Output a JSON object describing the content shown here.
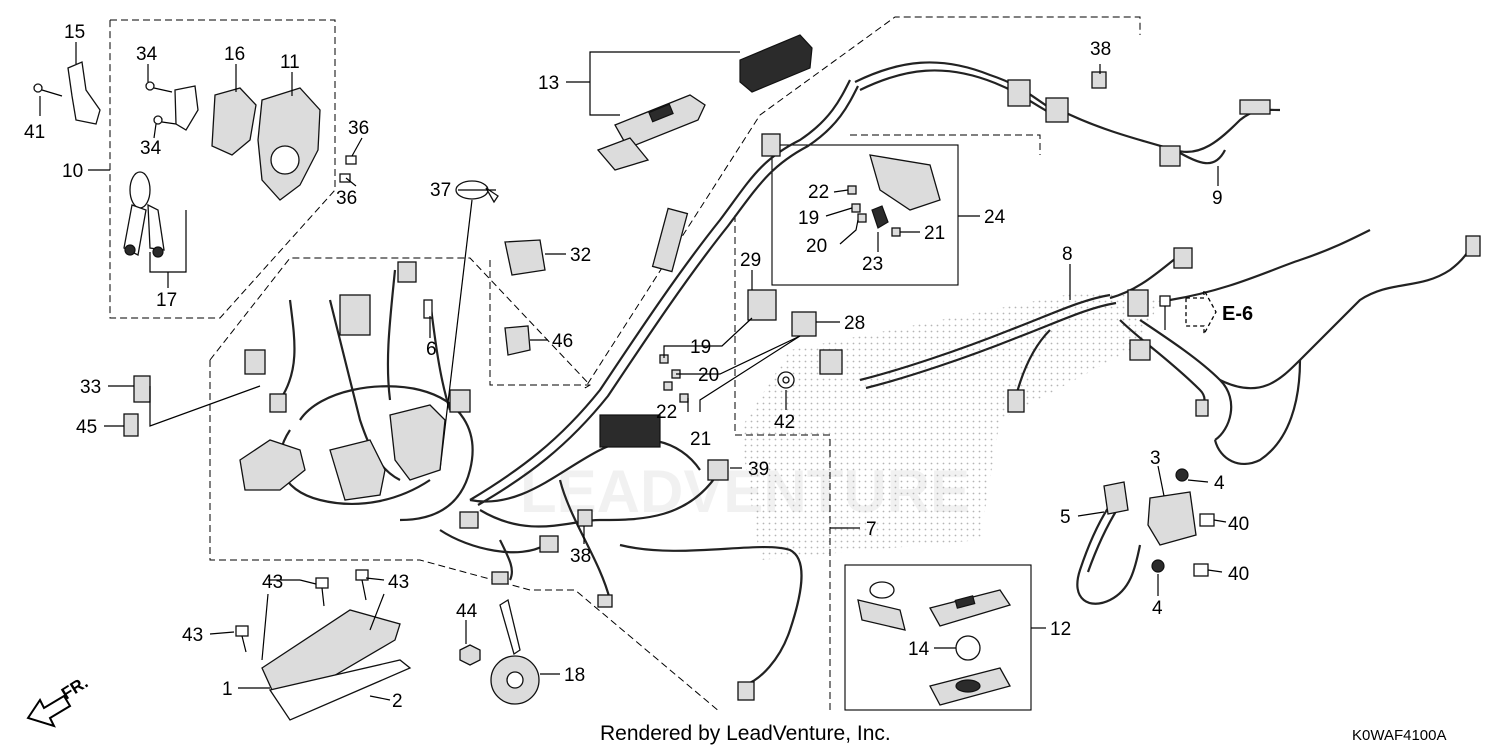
{
  "watermark": "LEADVENTURE",
  "footer": "Rendered by LeadVenture, Inc.",
  "diagram_code": "K0WAF4100A",
  "reference": "E-6",
  "direction": "FR.",
  "callouts": [
    {
      "id": "c15",
      "text": "15"
    },
    {
      "id": "c41",
      "text": "41"
    },
    {
      "id": "c10",
      "text": "10"
    },
    {
      "id": "c34a",
      "text": "34"
    },
    {
      "id": "c34b",
      "text": "34"
    },
    {
      "id": "c16",
      "text": "16"
    },
    {
      "id": "c11",
      "text": "11"
    },
    {
      "id": "c36a",
      "text": "36"
    },
    {
      "id": "c36b",
      "text": "36"
    },
    {
      "id": "c17",
      "text": "17"
    },
    {
      "id": "c37",
      "text": "37"
    },
    {
      "id": "c13",
      "text": "13"
    },
    {
      "id": "c32",
      "text": "32"
    },
    {
      "id": "c46",
      "text": "46"
    },
    {
      "id": "c6",
      "text": "6"
    },
    {
      "id": "c33",
      "text": "33"
    },
    {
      "id": "c45",
      "text": "45"
    },
    {
      "id": "c38a",
      "text": "38"
    },
    {
      "id": "c9",
      "text": "9"
    },
    {
      "id": "c22a",
      "text": "22"
    },
    {
      "id": "c19a",
      "text": "19"
    },
    {
      "id": "c20a",
      "text": "20"
    },
    {
      "id": "c23",
      "text": "23"
    },
    {
      "id": "c21a",
      "text": "21"
    },
    {
      "id": "c24",
      "text": "24"
    },
    {
      "id": "c8",
      "text": "8"
    },
    {
      "id": "c29",
      "text": "29"
    },
    {
      "id": "c28",
      "text": "28"
    },
    {
      "id": "c19b",
      "text": "19"
    },
    {
      "id": "c20b",
      "text": "20"
    },
    {
      "id": "c22b",
      "text": "22"
    },
    {
      "id": "c21b",
      "text": "21"
    },
    {
      "id": "c42",
      "text": "42"
    },
    {
      "id": "c39",
      "text": "39"
    },
    {
      "id": "c7",
      "text": "7"
    },
    {
      "id": "c38b",
      "text": "38"
    },
    {
      "id": "c3",
      "text": "3"
    },
    {
      "id": "c4a",
      "text": "4"
    },
    {
      "id": "c5",
      "text": "5"
    },
    {
      "id": "c40a",
      "text": "40"
    },
    {
      "id": "c40b",
      "text": "40"
    },
    {
      "id": "c4b",
      "text": "4"
    },
    {
      "id": "c43a",
      "text": "43"
    },
    {
      "id": "c43b",
      "text": "43"
    },
    {
      "id": "c43c",
      "text": "43"
    },
    {
      "id": "c44",
      "text": "44"
    },
    {
      "id": "c18",
      "text": "18"
    },
    {
      "id": "c1",
      "text": "1"
    },
    {
      "id": "c2",
      "text": "2"
    },
    {
      "id": "c12",
      "text": "12"
    },
    {
      "id": "c14",
      "text": "14"
    }
  ]
}
